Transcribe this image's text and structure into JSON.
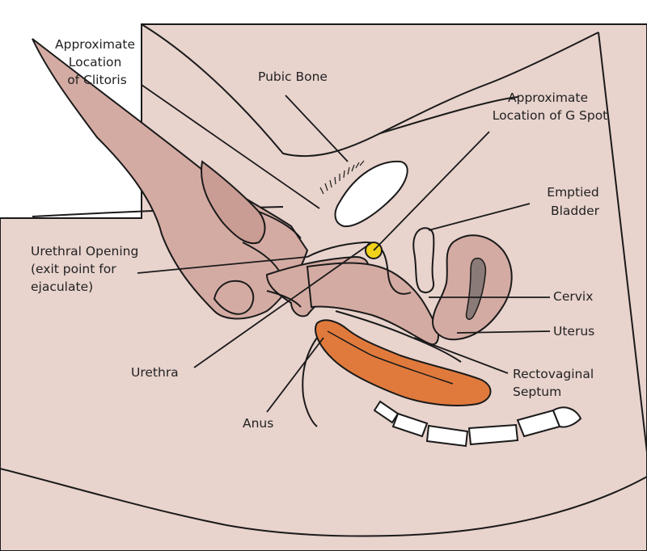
{
  "colors": {
    "skin": "#e8d3cd",
    "tissue": "#d4aba3",
    "rectum": "#e07a3c",
    "g_spot": "#f2d21b",
    "outline": "#1a1a1a"
  },
  "labels": {
    "clitoris": [
      "Approximate",
      "Location",
      "of Clitoris"
    ],
    "pubic_bone": [
      "Pubic Bone"
    ],
    "g_spot": [
      "Approximate",
      "Location of G Spot"
    ],
    "bladder": [
      "Emptied",
      "Bladder"
    ],
    "urethral_opening": [
      "Urethral Opening",
      "(exit point for",
      "ejaculate)"
    ],
    "cervix": [
      "Cervix"
    ],
    "uterus": [
      "Uterus"
    ],
    "urethra": [
      "Urethra"
    ],
    "rectovaginal_septum": [
      "Rectovaginal",
      "Septum"
    ],
    "anus": [
      "Anus"
    ]
  }
}
